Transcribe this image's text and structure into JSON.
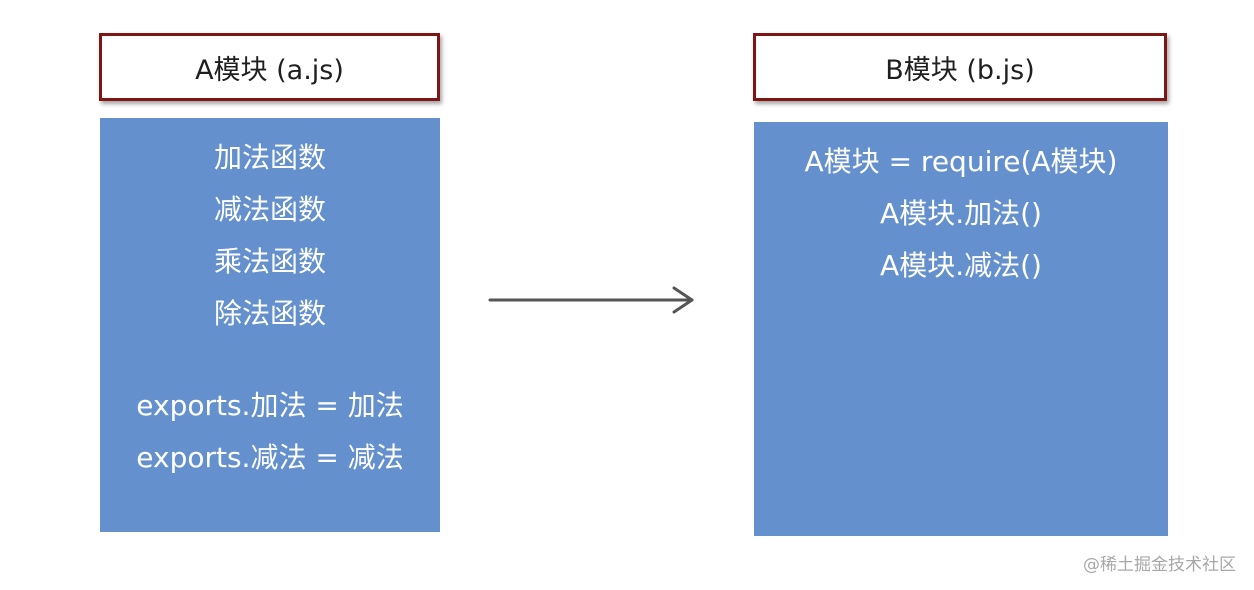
{
  "module_a": {
    "title": "A模块 (a.js)",
    "functions": [
      "加法函数",
      "减法函数",
      "乘法函数",
      "除法函数"
    ],
    "exports": [
      "exports.加法 = 加法",
      "exports.减法 = 减法"
    ]
  },
  "module_b": {
    "title": "B模块 (b.js)",
    "lines": [
      "A模块 = require(A模块)",
      "A模块.加法()",
      "A模块.减法()"
    ]
  },
  "watermark": "@稀土掘金技术社区",
  "colors": {
    "panel_fill": "#6590ce",
    "title_border": "#7f1616",
    "arrow": "#555555",
    "text_on_panel": "#ffffff"
  }
}
